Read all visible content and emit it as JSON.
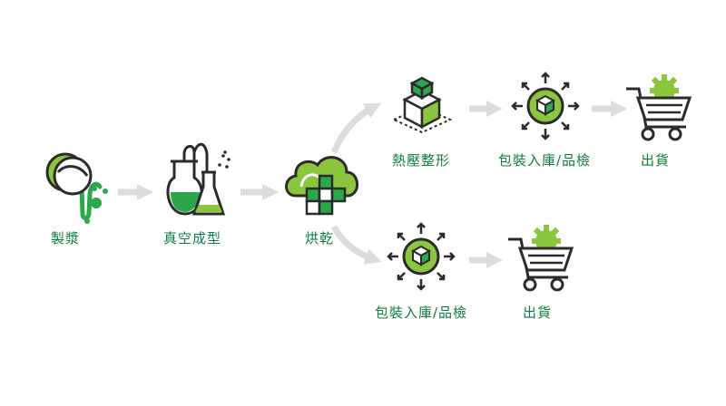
{
  "colors": {
    "green": "#2aa84a",
    "lime": "#8cc63f",
    "dark": "#2b2b2b",
    "arrow": "#dcdcdc",
    "label": "#0e7d3e"
  },
  "steps": {
    "slurry": {
      "label": "製漿",
      "icon": "pouring-liquid-icon"
    },
    "vacuum": {
      "label": "真空成型",
      "icon": "lab-flask-icon"
    },
    "drying": {
      "label": "烘乾",
      "icon": "cloud-boxes-icon"
    },
    "hotpress": {
      "label": "熱壓整形",
      "icon": "pressed-blocks-icon"
    },
    "pack_top": {
      "label": "包裝入庫/品檢",
      "icon": "box-distribution-icon"
    },
    "ship_top": {
      "label": "出貨",
      "icon": "shopping-cart-icon"
    },
    "pack_bottom": {
      "label": "包裝入庫/品檢",
      "icon": "box-distribution-icon"
    },
    "ship_bottom": {
      "label": "出貨",
      "icon": "shopping-cart-icon"
    }
  }
}
